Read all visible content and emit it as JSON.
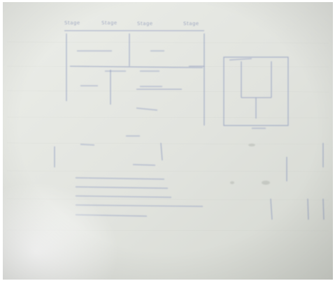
{
  "scene": {
    "description_tokens": {
      "board": "whiteboard",
      "ink": "faded-blue-marker"
    },
    "colors": {
      "board_light": "#e9ebe6",
      "board_mid": "#d9dcd6",
      "board_dark": "#c4c8c1",
      "ink": "#6f7fb0",
      "ink_faint": "#9aa6c8",
      "frame": "#ffffff"
    },
    "visible_text": {
      "col_label_1": "Stage",
      "col_label_2": "Stage",
      "col_label_3": "Stage",
      "col_label_4": "Stage"
    }
  }
}
